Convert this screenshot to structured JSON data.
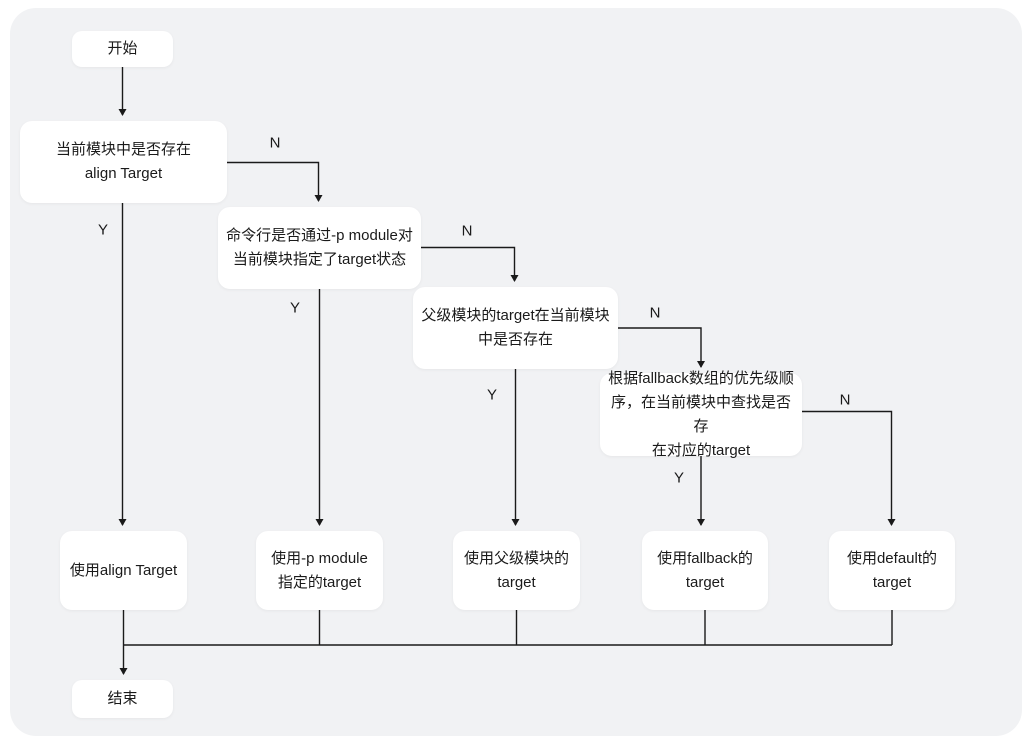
{
  "canvas": {
    "background_color": "#FFFFFF",
    "panel_color": "#F1F2F4",
    "node_fill_color": "#FFFFFF",
    "line_color": "#1A1A1A",
    "text_color": "#1A1A1A"
  },
  "flowchart": {
    "nodes": {
      "start": {
        "label": "开始"
      },
      "decision_align_target": {
        "label": "当前模块中是否存在\nalign Target"
      },
      "decision_p_module": {
        "label": "命令行是否通过-p module对\n当前模块指定了target状态"
      },
      "decision_parent_target": {
        "label": "父级模块的target在当前模块\n中是否存在"
      },
      "decision_fallback": {
        "label": "根据fallback数组的优先级顺\n序，在当前模块中查找是否存\n在对应的target"
      },
      "result_align": {
        "label": "使用align Target"
      },
      "result_p_module": {
        "label": "使用-p module\n指定的target"
      },
      "result_parent": {
        "label": "使用父级模块的\ntarget"
      },
      "result_fallback": {
        "label": "使用fallback的\ntarget"
      },
      "result_default": {
        "label": "使用default的\ntarget"
      },
      "end": {
        "label": "结束"
      }
    },
    "edge_labels": {
      "d1_yes": "Y",
      "d1_no": "N",
      "d2_yes": "Y",
      "d2_no": "N",
      "d3_yes": "Y",
      "d3_no": "N",
      "d4_yes": "Y",
      "d4_no": "N"
    }
  }
}
